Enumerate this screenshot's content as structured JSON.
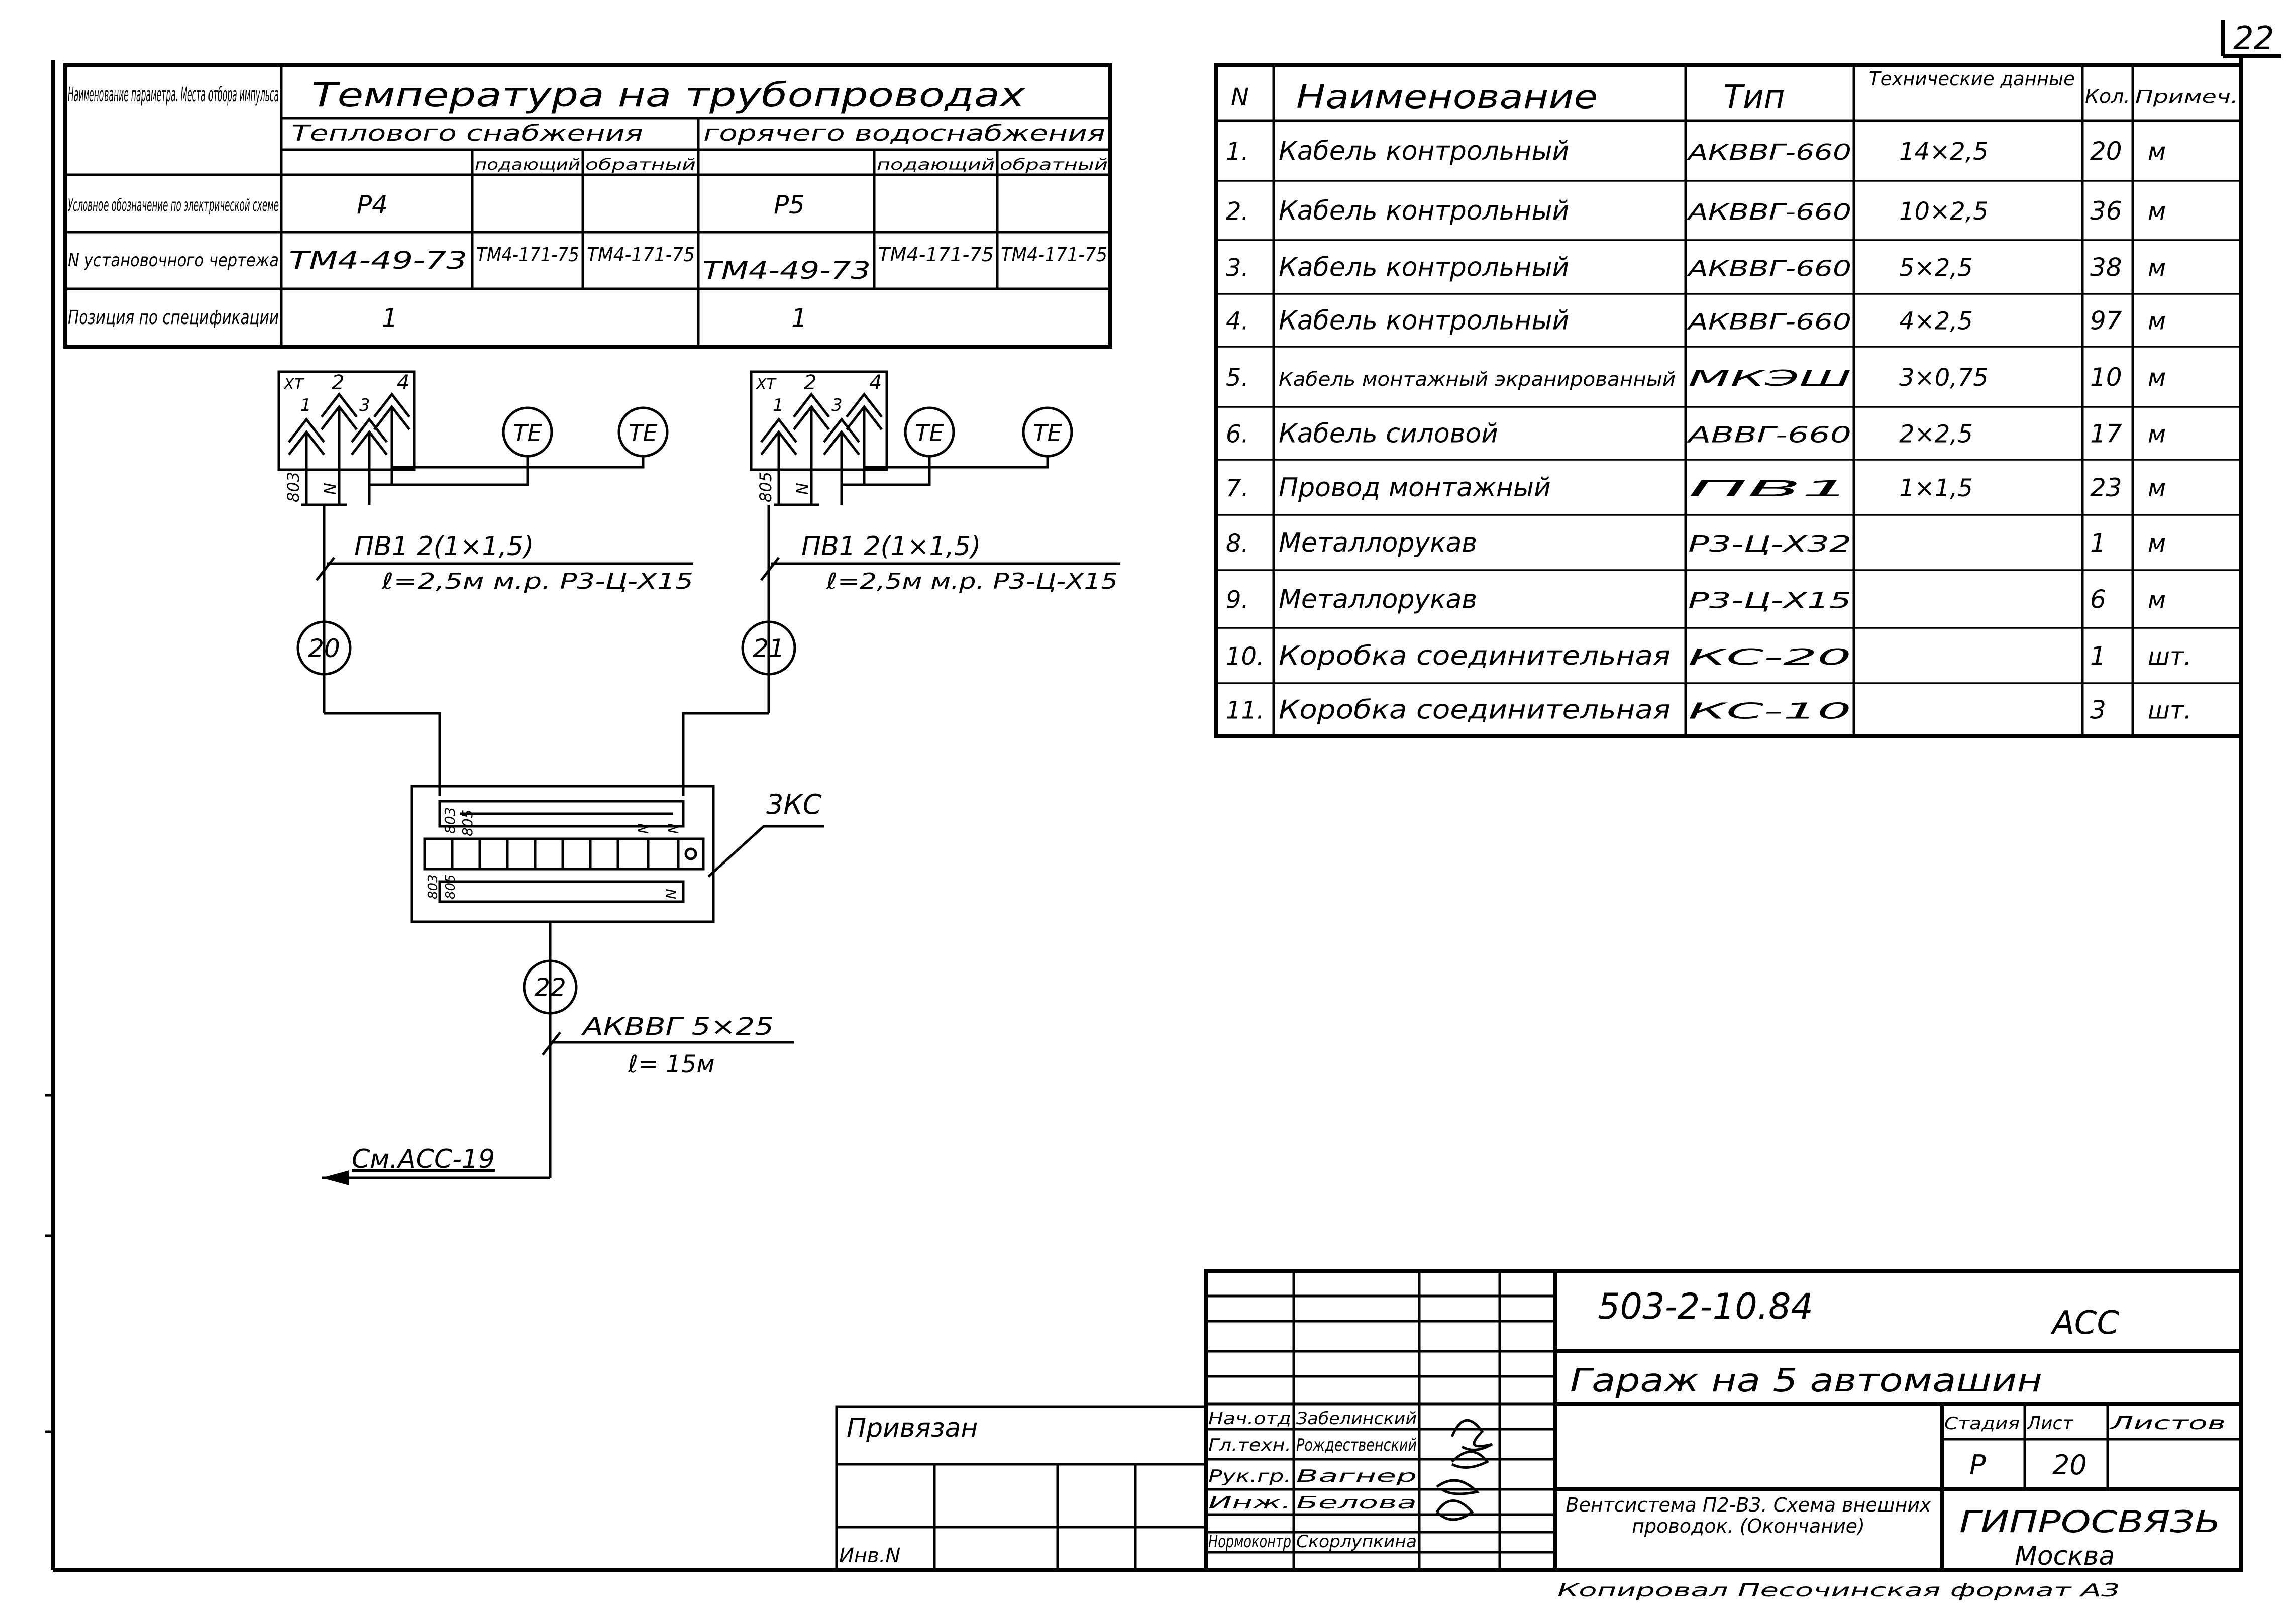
{
  "sheet_number": "22",
  "param_table": {
    "row_headers": [
      "Наименование параметра. Места отбора импульса",
      "Условное обозначение по электрической схеме",
      "N установочного чертежа",
      "Позиция по спецификации"
    ],
    "title": "Температура на трубопроводах",
    "groups": [
      "Теплового снабжения",
      "горячего водоснабжения"
    ],
    "sub_headers": [
      "подающий",
      "обратный",
      "подающий",
      "обратный"
    ],
    "designations": [
      "Р4",
      "Р5"
    ],
    "drawings": [
      "ТМ4-49-73",
      "ТМ4-171-75",
      "ТМ4-171-75",
      "ТМ4-49-73",
      "ТМ4-171-75",
      "ТМ4-171-75"
    ],
    "positions": [
      "1",
      "1"
    ]
  },
  "spec_table": {
    "headers": [
      "N",
      "Наименование",
      "Тип",
      "Технические данные",
      "Кол.",
      "Примеч."
    ],
    "rows": [
      {
        "n": "1.",
        "name": "Кабель контрольный",
        "type": "АКВВГ-660",
        "data": "14×2,5",
        "qty": "20",
        "note": "м"
      },
      {
        "n": "2.",
        "name": "Кабель контрольный",
        "type": "АКВВГ-660",
        "data": "10×2,5",
        "qty": "36",
        "note": "м"
      },
      {
        "n": "3.",
        "name": "Кабель контрольный",
        "type": "АКВВГ-660",
        "data": "5×2,5",
        "qty": "38",
        "note": "м"
      },
      {
        "n": "4.",
        "name": "Кабель контрольный",
        "type": "АКВВГ-660",
        "data": "4×2,5",
        "qty": "97",
        "note": "м"
      },
      {
        "n": "5.",
        "name": "Кабель монтажный экранированный",
        "type": "МКЭШ",
        "data": "3×0,75",
        "qty": "10",
        "note": "м"
      },
      {
        "n": "6.",
        "name": "Кабель силовой",
        "type": "АВВГ-660",
        "data": "2×2,5",
        "qty": "17",
        "note": "м"
      },
      {
        "n": "7.",
        "name": "Провод монтажный",
        "type": "ПВ1",
        "data": "1×1,5",
        "qty": "23",
        "note": "м"
      },
      {
        "n": "8.",
        "name": "Металлорукав",
        "type": "Р3-Ц-Х32",
        "data": "",
        "qty": "1",
        "note": "м"
      },
      {
        "n": "9.",
        "name": "Металлорукав",
        "type": "Р3-Ц-Х15",
        "data": "",
        "qty": "6",
        "note": "м"
      },
      {
        "n": "10.",
        "name": "Коробка соединительная",
        "type": "КС-20",
        "data": "",
        "qty": "1",
        "note": "шт."
      },
      {
        "n": "11.",
        "name": "Коробка соединительная",
        "type": "КС-10",
        "data": "",
        "qty": "3",
        "note": "шт."
      }
    ]
  },
  "schematic": {
    "xt_label": "ХТ",
    "terminals": [
      "1",
      "2",
      "3",
      "4"
    ],
    "sensor_label": "ТЕ",
    "wire_left": "803",
    "wire_right": "805",
    "wire_n": "N",
    "cable_label": "ПВ1 2(1×1,5)",
    "hose_label_left": "ℓ=2,5м м.р. Р3-Ц-Х15",
    "hose_label_right": "ℓ=2,5м м.р. Р3-Ц-Х15",
    "circle_20": "20",
    "circle_21": "21",
    "circle_22": "22",
    "box_label": "3КС",
    "box_wire_labels": [
      "803",
      "805",
      "N",
      "N",
      "803",
      "805",
      "N"
    ],
    "out_cable": "АКВВГ 5×25",
    "out_length": "ℓ= 15м",
    "ref": "См.АСС-19"
  },
  "title_block": {
    "doc_code": "503-2-10.84",
    "mark": "АСС",
    "project": "Гараж на 5 автомашин",
    "stage_header": "Стадия",
    "sheet_header": "Лист",
    "sheets_header": "Листов",
    "stage": "Р",
    "sheet": "20",
    "description": "Вентсистема П2-В3. Схема внешних проводок. (Окончание)",
    "org": "ГИПРОСВЯЗЬ",
    "city": "Москва",
    "bound": "Привязан",
    "inv": "Инв.N",
    "roles": [
      {
        "role": "Нач.отд",
        "name": "Забелинский"
      },
      {
        "role": "Гл.техн.",
        "name": "Рождественский"
      },
      {
        "role": "Рук.гр.",
        "name": "Вагнер"
      },
      {
        "role": "Инж.",
        "name": "Белова"
      },
      {
        "role": "Нормоконтр",
        "name": "Скорлупкина"
      }
    ],
    "copy_line": "Копировал Песочинская формат А3"
  }
}
